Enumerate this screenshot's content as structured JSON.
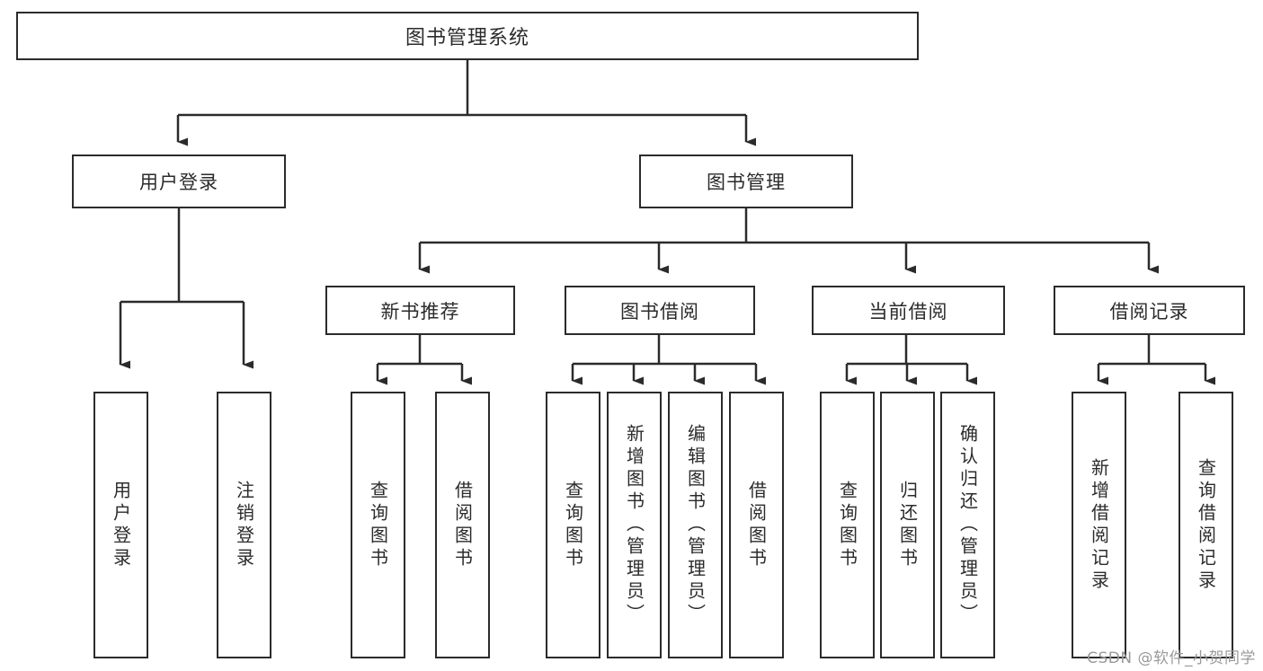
{
  "diagram": {
    "type": "tree",
    "title": "图书管理系统",
    "root": {
      "label": "图书管理系统"
    },
    "level2": [
      {
        "id": "user-login",
        "label": "用户登录"
      },
      {
        "id": "book-manage",
        "label": "图书管理"
      }
    ],
    "level3": [
      {
        "id": "new-book-recommend",
        "label": "新书推荐",
        "parent": "book-manage"
      },
      {
        "id": "book-borrow",
        "label": "图书借阅",
        "parent": "book-manage"
      },
      {
        "id": "current-borrow",
        "label": "当前借阅",
        "parent": "book-manage"
      },
      {
        "id": "borrow-record",
        "label": "借阅记录",
        "parent": "book-manage"
      }
    ],
    "leaves": [
      {
        "id": "leaf-user-login",
        "label": "用户登录",
        "parent": "user-login"
      },
      {
        "id": "leaf-logout-login",
        "label": "注销登录",
        "parent": "user-login"
      },
      {
        "id": "leaf-query-book-1",
        "label": "查询图书",
        "parent": "new-book-recommend"
      },
      {
        "id": "leaf-borrow-book-1",
        "label": "借阅图书",
        "parent": "new-book-recommend"
      },
      {
        "id": "leaf-query-book-2",
        "label": "查询图书",
        "parent": "book-borrow"
      },
      {
        "id": "leaf-add-book",
        "label": "新增图书（管理员）",
        "parent": "book-borrow"
      },
      {
        "id": "leaf-edit-book",
        "label": "编辑图书（管理员）",
        "parent": "book-borrow"
      },
      {
        "id": "leaf-borrow-book-2",
        "label": "借阅图书",
        "parent": "book-borrow"
      },
      {
        "id": "leaf-query-book-3",
        "label": "查询图书",
        "parent": "current-borrow"
      },
      {
        "id": "leaf-return-book",
        "label": "归还图书",
        "parent": "current-borrow"
      },
      {
        "id": "leaf-confirm-return",
        "label": "确认归还（管理员）",
        "parent": "current-borrow"
      },
      {
        "id": "leaf-add-record",
        "label": "新增借阅记录",
        "parent": "borrow-record"
      },
      {
        "id": "leaf-query-record",
        "label": "查询借阅记录",
        "parent": "borrow-record"
      }
    ],
    "colors": {
      "stroke": "#2b2b2b",
      "fill": "#ffffff",
      "text": "#2b2b2b",
      "watermark": "#9a9a9a"
    }
  },
  "watermark": {
    "text": "CSDN @软件_小贺同学"
  }
}
